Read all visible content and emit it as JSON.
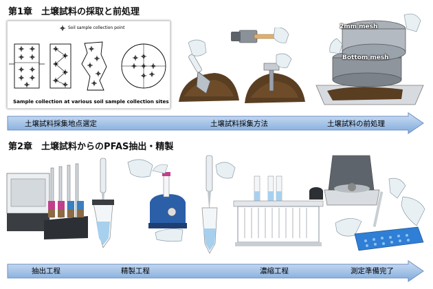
{
  "chapter1": {
    "title": "第1章　土壌試料の採取と前処理",
    "soil_panel": {
      "legend": "Soil sample collection point",
      "caption": "Sample collection at various soil sample collection sites"
    },
    "sieves": {
      "top": "2mm mesh",
      "bottom": "Bottom mesh"
    },
    "steps": [
      "土壌試料採集地点選定",
      "土壌試料採集方法",
      "土壌試料の前処理"
    ]
  },
  "chapter2": {
    "title": "第2章　土壌試料からのPFAS抽出・精製",
    "steps": [
      "抽出工程",
      "精製工程",
      "濃縮工程",
      "測定準備完了"
    ]
  },
  "colors": {
    "arrow_top": "#cfe0f5",
    "arrow_bottom": "#7fa9da",
    "arrow_border": "#6b8fc4",
    "soil": "#5a3e22",
    "metal": "#9aa2ab",
    "glove": "#e8f0f4",
    "tube_pink": "#c0408a",
    "vortex_blue": "#2b5fa8"
  }
}
